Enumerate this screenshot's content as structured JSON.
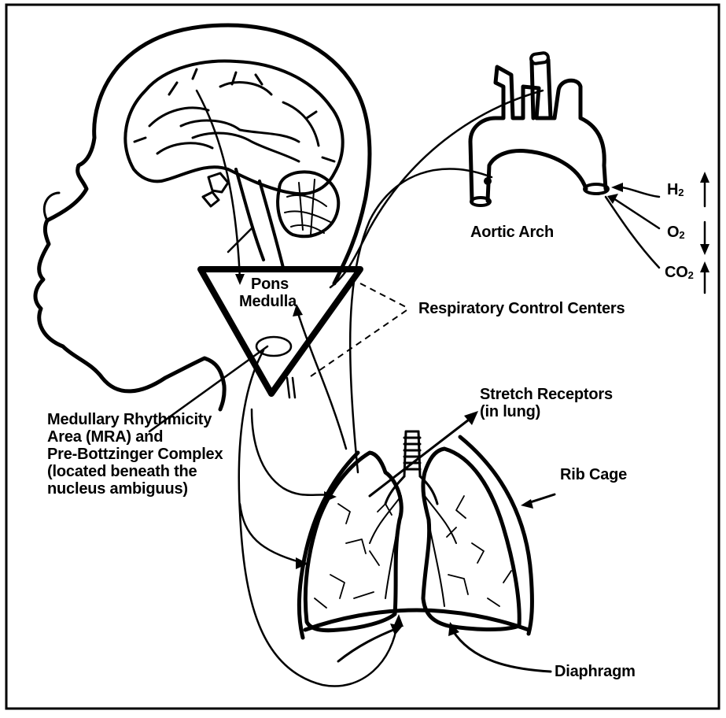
{
  "labels": {
    "h2_text": "H",
    "h2_sub": "2",
    "o2_text": "O",
    "o2_sub": "2",
    "co2_text": "CO",
    "co2_sub": "2",
    "aortic_arch": "Aortic Arch",
    "pons": "Pons",
    "medulla": "Medulla",
    "respiratory_control_centers": "Respiratory Control Centers",
    "stretch_receptors_line1": "Stretch Receptors",
    "stretch_receptors_line2": "(in lung)",
    "mra_line1": "Medullary Rhythmicity",
    "mra_line2": "Area (MRA) and",
    "mra_line3": "Pre-Bottzinger Complex",
    "mra_line4": "(located beneath the",
    "mra_line5": "nucleus ambiguus)",
    "rib_cage": "Rib Cage",
    "diaphragm": "Diaphragm"
  },
  "arrows": {
    "h2_arrow_icon": "up-arrow-icon",
    "o2_arrow_icon": "down-arrow-icon",
    "co2_arrow_icon": "up-arrow-icon"
  }
}
